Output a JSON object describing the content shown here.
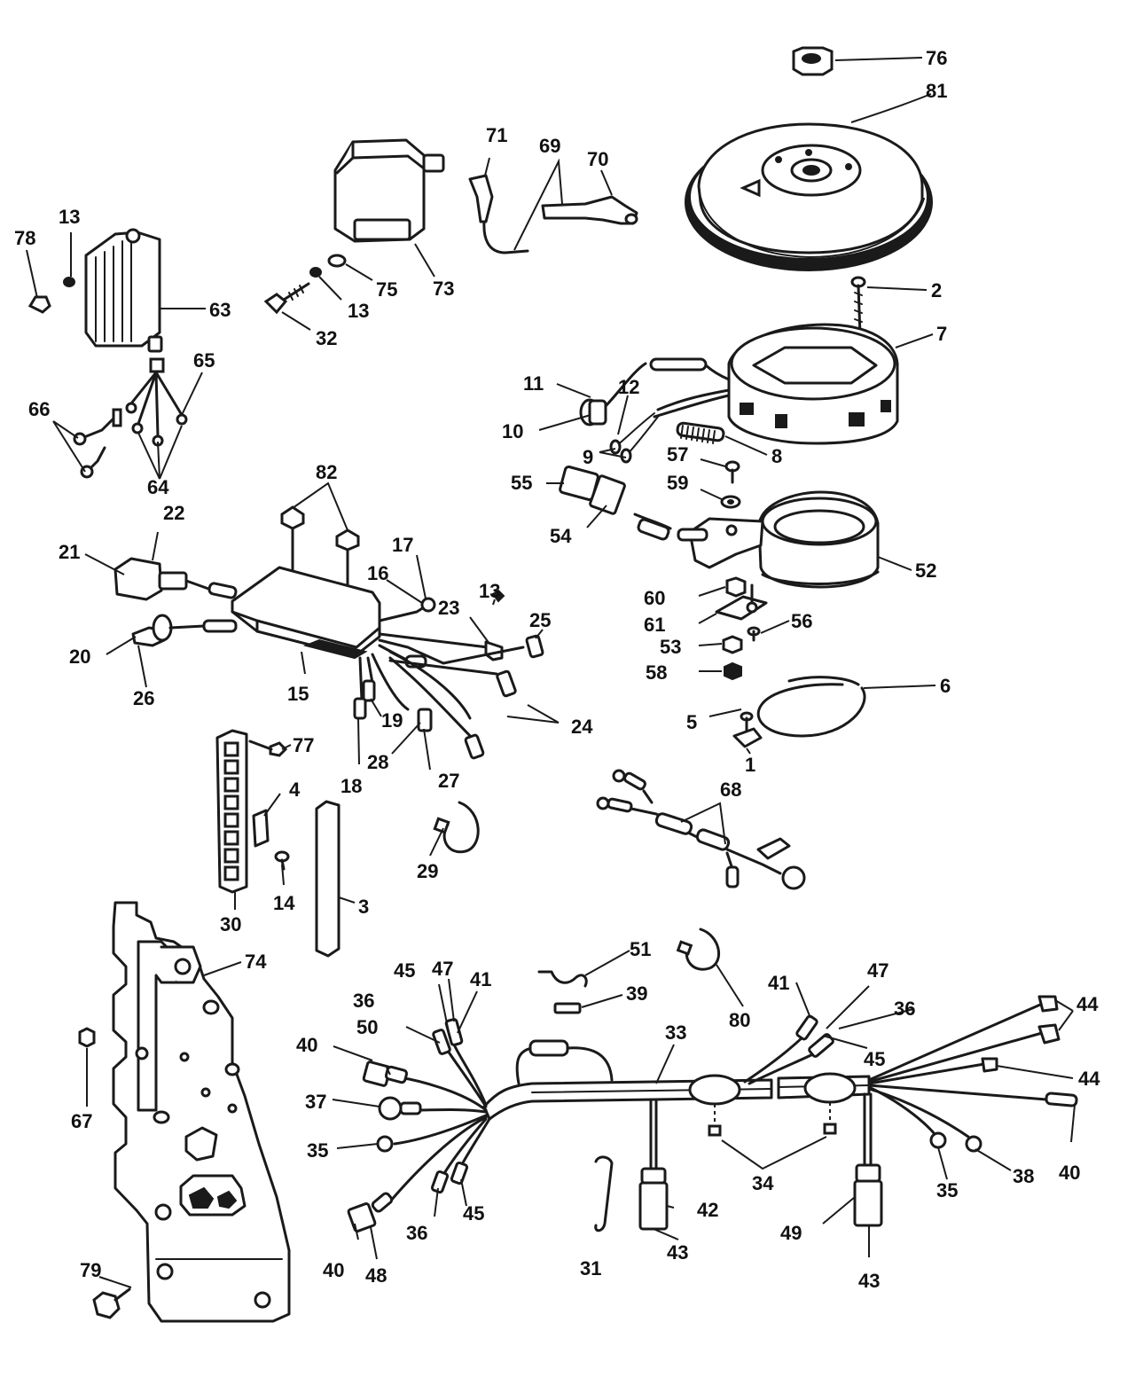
{
  "colors": {
    "ink": "#1a1a1a",
    "paper": "#ffffff"
  },
  "callouts": {
    "c1": "1",
    "c2": "2",
    "c3": "3",
    "c4": "4",
    "c5": "5",
    "c6": "6",
    "c7": "7",
    "c8": "8",
    "c9": "9",
    "c10": "10",
    "c11": "11",
    "c12": "12",
    "c13a": "13",
    "c13b": "13",
    "c13c": "13",
    "c14": "14",
    "c15": "15",
    "c16": "16",
    "c17": "17",
    "c18": "18",
    "c19": "19",
    "c20": "20",
    "c21": "21",
    "c22": "22",
    "c23": "23",
    "c24": "24",
    "c25": "25",
    "c26": "26",
    "c27": "27",
    "c28": "28",
    "c29": "29",
    "c30": "30",
    "c31": "31",
    "c32": "32",
    "c33": "33",
    "c34": "34",
    "c35a": "35",
    "c35b": "35",
    "c36a": "36",
    "c36b": "36",
    "c36c": "36",
    "c37": "37",
    "c38": "38",
    "c39": "39",
    "c40a": "40",
    "c40b": "40",
    "c40c": "40",
    "c41a": "41",
    "c41b": "41",
    "c42": "42",
    "c43a": "43",
    "c43b": "43",
    "c44a": "44",
    "c44b": "44",
    "c45a": "45",
    "c45b": "45",
    "c45c": "45",
    "c47a": "47",
    "c47b": "47",
    "c48": "48",
    "c49": "49",
    "c50": "50",
    "c51": "51",
    "c52": "52",
    "c53": "53",
    "c54": "54",
    "c55": "55",
    "c56": "56",
    "c57": "57",
    "c58": "58",
    "c59": "59",
    "c60": "60",
    "c61": "61",
    "c63": "63",
    "c64": "64",
    "c65": "65",
    "c66": "66",
    "c67": "67",
    "c68": "68",
    "c69": "69",
    "c70": "70",
    "c71": "71",
    "c73": "73",
    "c74": "74",
    "c75": "75",
    "c76": "76",
    "c77": "77",
    "c78": "78",
    "c79": "79",
    "c80": "80",
    "c81": "81",
    "c82": "82"
  }
}
